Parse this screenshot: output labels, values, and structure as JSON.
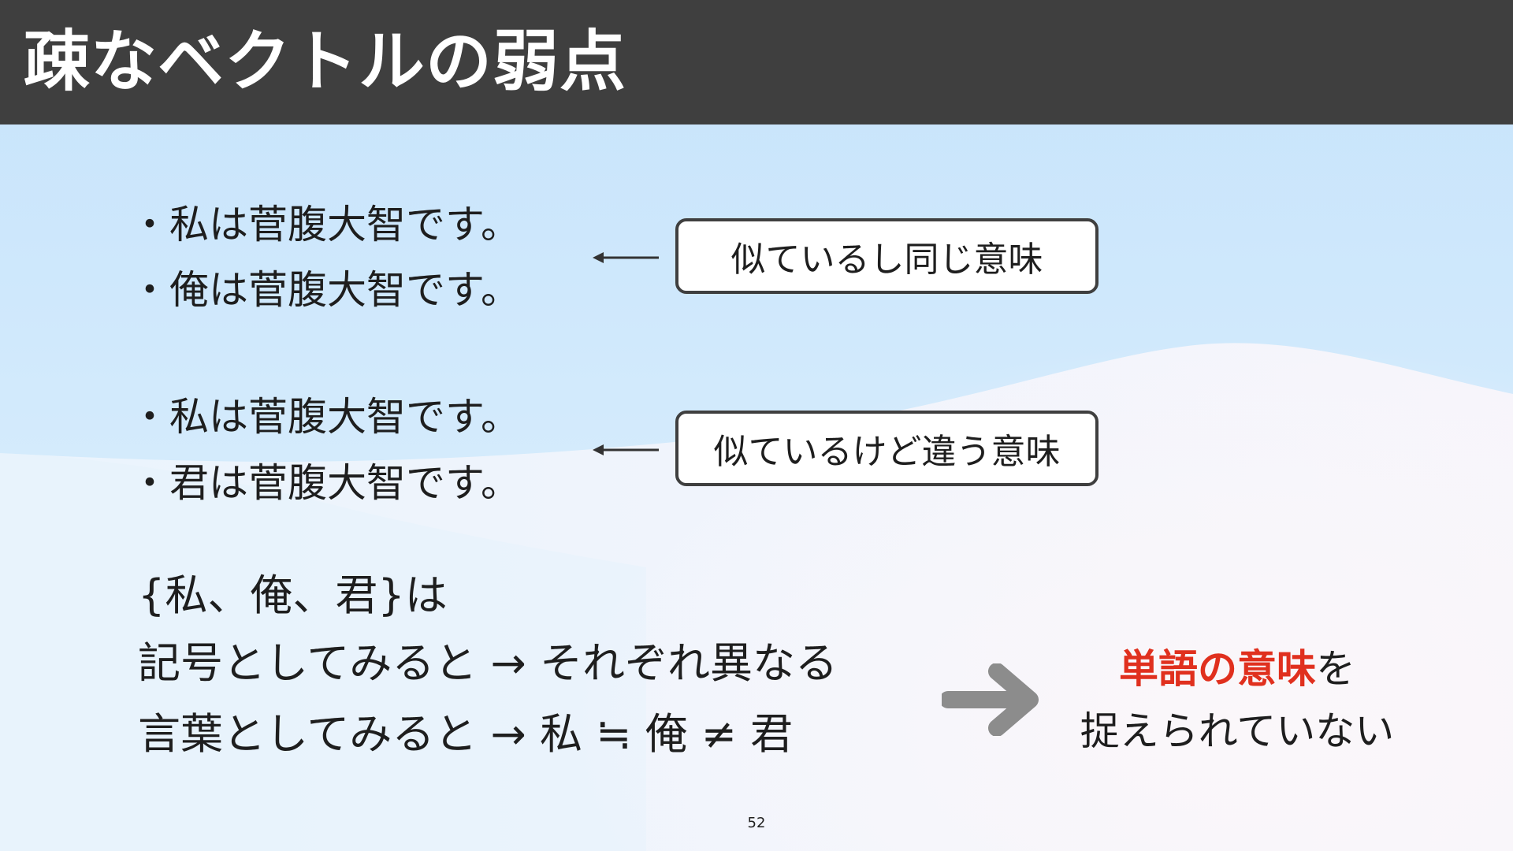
{
  "slide": {
    "title": "疎なベクトルの弱点",
    "page_number": "52"
  },
  "group1": {
    "sentences": [
      "・私は菅腹大智です。",
      "・俺は菅腹大智です。"
    ],
    "note": "似ているし同じ意味"
  },
  "group2": {
    "sentences": [
      "・私は菅腹大智です。",
      "・君は菅腹大智です。"
    ],
    "note": "似ているけど違う意味"
  },
  "explanation": {
    "set_line": "{私、俺、君}は",
    "symbol_line": "記号としてみると → それぞれ異なる",
    "word_line": "言葉としてみると → 私 ≒ 俺 ≠ 君"
  },
  "conclusion": {
    "highlight": "単語の意味",
    "particle": "を",
    "line2": "捉えられていない"
  },
  "colors": {
    "title_bar": "#3f3f3f",
    "highlight": "#e0301e",
    "arrow": "#8c8c8c",
    "sky": "#c9e5fb"
  },
  "icons": {
    "small_arrow": "left-arrow-icon",
    "big_arrow": "right-arrow-icon"
  }
}
